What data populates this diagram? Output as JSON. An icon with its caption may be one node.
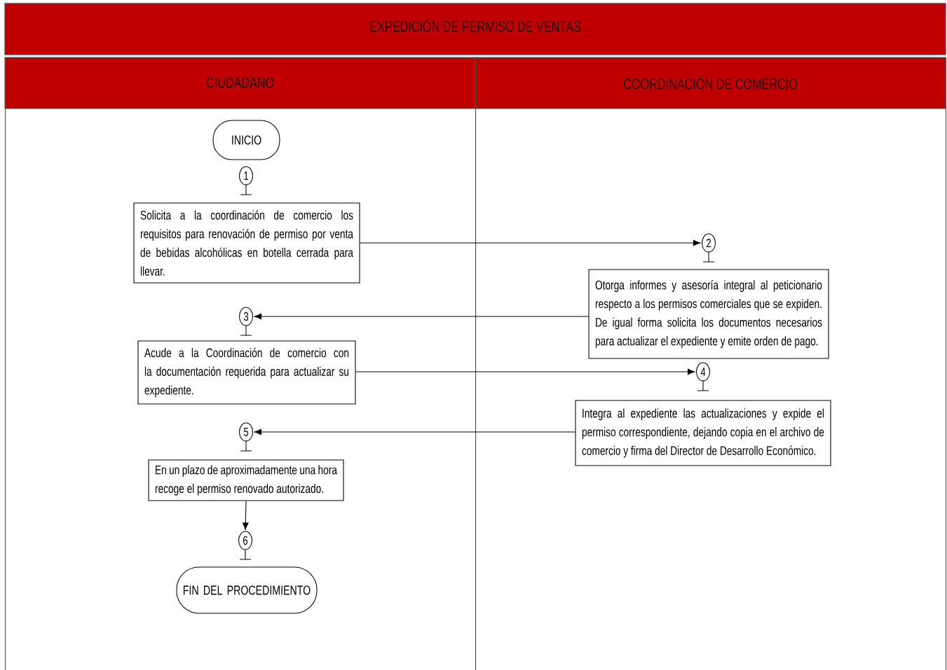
{
  "diagram": {
    "title": "EXPEDICIÓN DE PERMISO DE VENTAS",
    "nodes": [
      {
        "text": [
          "CIUDADANO"
        ]
      },
      {
        "text": [
          "COORDINACIÓN DE COMERCIO"
        ]
      },
      {
        "text": [
          "INICIO"
        ],
        "in": 0
      },
      {
        "text": [
          "1"
        ],
        "in": 0
      },
      {
        "text": [
          "Solicita a la coordinación de comercio los requisitos para renovación de permiso por venta de bebidas alcohólicas en botella cerrada para llevar."
        ],
        "in": 0
      },
      {
        "text": [
          "2"
        ],
        "in": 1
      },
      {
        "text": [
          "Otorga informes y asesoría integral al peticionario respecto a los permisos comerciales que se expiden. De igual forma solicita los documentos necesarios para actualizar el expediente y emite orden de pago."
        ],
        "in": 1
      },
      {
        "text": [
          "3"
        ],
        "in": 0
      },
      {
        "text": [
          "Acude a la Coordinación de comercio con la documentación requerida para actualizar su expediente."
        ],
        "in": 0
      },
      {
        "text": [
          "4"
        ],
        "in": 1
      },
      {
        "text": [
          "Integra al expediente las actualizaciones y expide el permiso correspondiente, dejando copia en el archivo de comercio y firma del Director de Desarrollo Económico."
        ],
        "in": 1
      },
      {
        "text": [
          "5"
        ],
        "in": 0
      },
      {
        "text": [
          "En un plazo de aproximadamente una hora recoge el permiso renovado autorizado."
        ],
        "in": 0
      },
      {
        "text": [
          "6"
        ],
        "in": 0
      },
      {
        "text": [
          "FIN DEL PROCEDIMIENTO"
        ],
        "in": 0
      }
    ],
    "edges": [
      {
        "from": 4,
        "to": 5,
        "arrow": "to"
      },
      {
        "from": 6,
        "to": 7,
        "arrow": "to"
      },
      {
        "from": 8,
        "to": 9,
        "arrow": "to"
      },
      {
        "from": 10,
        "to": 11,
        "arrow": "to"
      },
      {
        "from": 12,
        "to": 13,
        "arrow": "to"
      }
    ]
  }
}
